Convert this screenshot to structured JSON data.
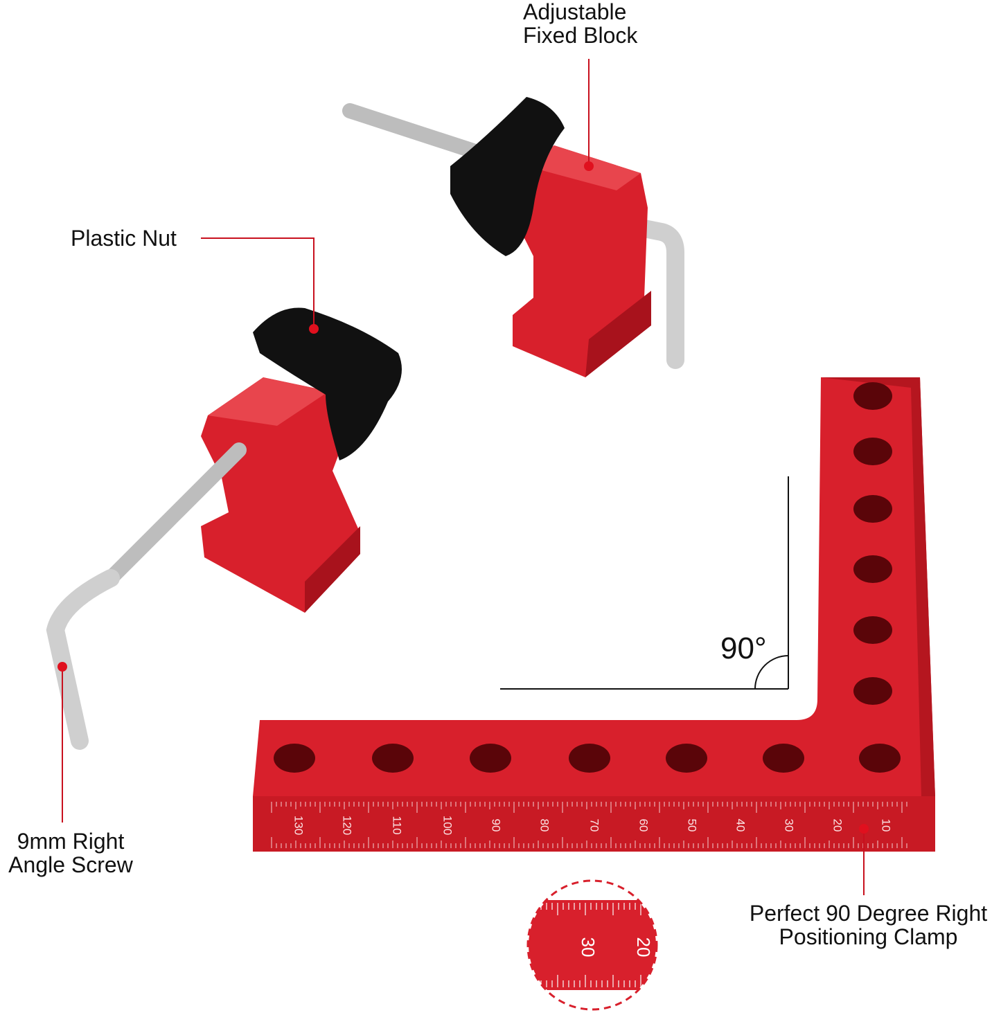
{
  "labels": {
    "adjustable_block": [
      "Adjustable",
      "Fixed Block"
    ],
    "plastic_nut": "Plastic Nut",
    "screw": [
      "9mm Right",
      "Angle Screw"
    ],
    "clamp": [
      "Perfect 90 Degree Right",
      "Positioning Clamp"
    ],
    "angle": "90°"
  },
  "ruler": {
    "marks": [
      "130",
      "120",
      "110",
      "100",
      "90",
      "80",
      "70",
      "60",
      "50",
      "40",
      "30",
      "20",
      "10"
    ]
  },
  "inset": {
    "marks": [
      "30",
      "20"
    ]
  },
  "colors": {
    "red": "#d8202c",
    "red_dark": "#a8121c",
    "leader": "#c8101e",
    "knob": "#111111",
    "steel": "#c9c9c9"
  }
}
